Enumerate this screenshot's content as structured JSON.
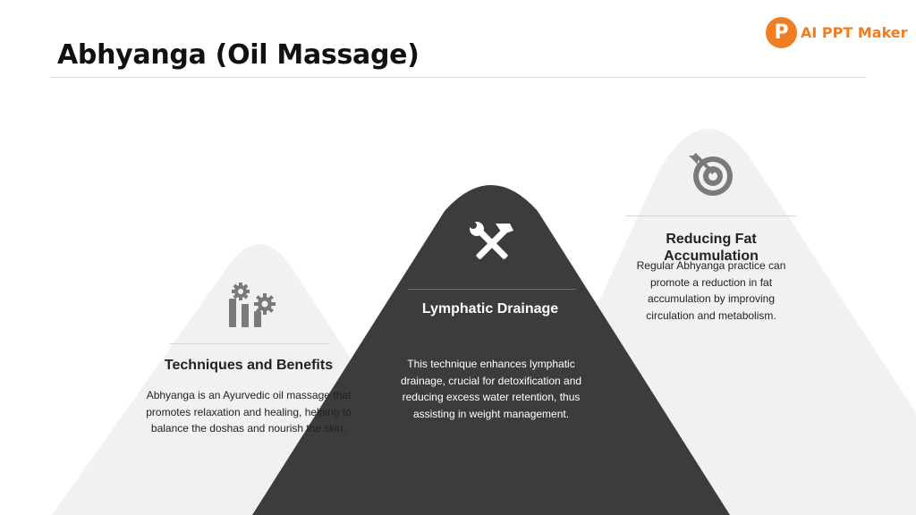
{
  "slide": {
    "title": "Abhyanga (Oil Massage)"
  },
  "logo": {
    "badge_letter": "P",
    "text": "AI PPT Maker",
    "color": "#f07d22"
  },
  "colors": {
    "light_peak": "#f1f1f1",
    "dark_peak": "#3c3c3c",
    "icon_gray": "#7a7a7a"
  },
  "cards": [
    {
      "icon": "gears-chart-icon",
      "heading": "Techniques and Benefits",
      "body": "Abhyanga is an Ayurvedic oil massage that promotes relaxation and healing, helping to balance the doshas and nourish the skin."
    },
    {
      "icon": "tools-icon",
      "heading": "Lymphatic Drainage",
      "body": "This technique enhances lymphatic drainage, crucial for detoxification and reducing excess water retention, thus assisting in weight management."
    },
    {
      "icon": "target-icon",
      "heading": "Reducing Fat Accumulation",
      "body": "Regular Abhyanga practice can promote a reduction in fat accumulation by improving circulation and metabolism."
    }
  ]
}
